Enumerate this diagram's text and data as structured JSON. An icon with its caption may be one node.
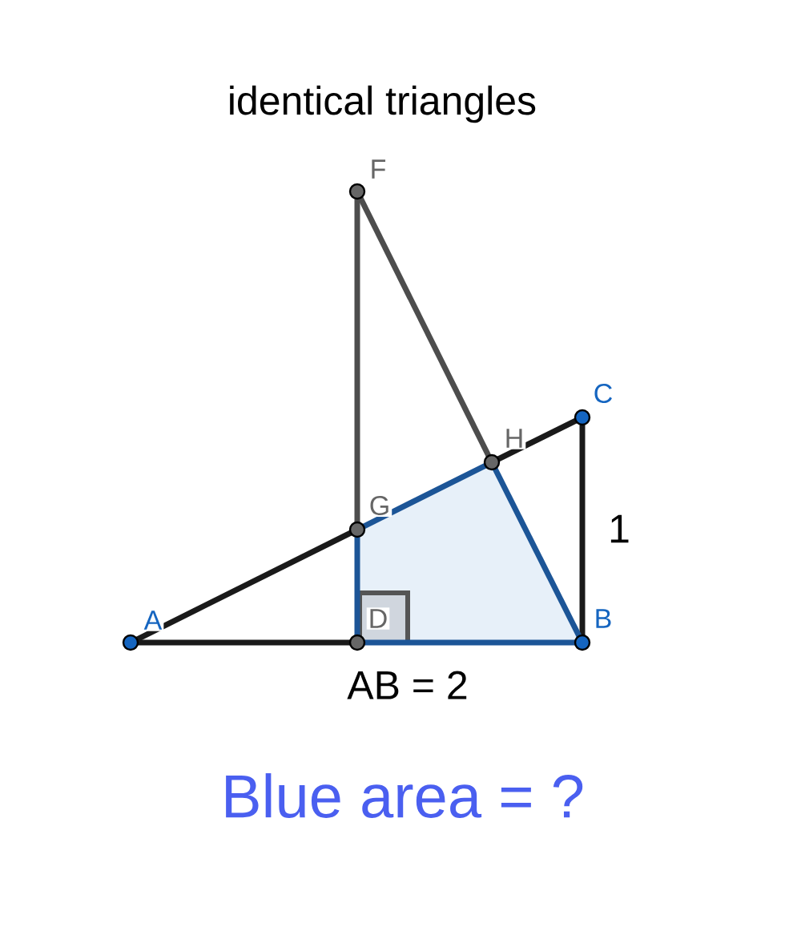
{
  "diagram": {
    "title": "identical triangles",
    "caption": "Blue area = ?",
    "nodes": [
      {
        "text": [
          "F"
        ]
      },
      {
        "text": [
          "C"
        ]
      },
      {
        "text": [
          "H"
        ]
      },
      {
        "text": [
          "G"
        ]
      },
      {
        "text": [
          "A"
        ]
      },
      {
        "text": [
          "D"
        ]
      },
      {
        "text": [
          "B"
        ]
      }
    ],
    "edges": [
      {
        "from": 4,
        "to": 5,
        "arrow": "none"
      },
      {
        "from": 5,
        "to": 6,
        "arrow": "none",
        "color": "#1c5597"
      },
      {
        "from": 6,
        "to": 1,
        "arrow": "none",
        "label": "1"
      },
      {
        "from": 4,
        "to": 3,
        "arrow": "none"
      },
      {
        "from": 3,
        "to": 2,
        "arrow": "none",
        "color": "#1c5597"
      },
      {
        "from": 2,
        "to": 1,
        "arrow": "none"
      },
      {
        "from": 0,
        "to": 3,
        "arrow": "none",
        "color": "#4d4d4d"
      },
      {
        "from": 0,
        "to": 2,
        "arrow": "none",
        "color": "#4d4d4d"
      },
      {
        "from": 2,
        "to": 6,
        "arrow": "none",
        "color": "#1c5597"
      },
      {
        "from": 3,
        "to": 5,
        "arrow": "none",
        "color": "#1c5597"
      }
    ],
    "labels": [
      "AB = 2"
    ]
  }
}
